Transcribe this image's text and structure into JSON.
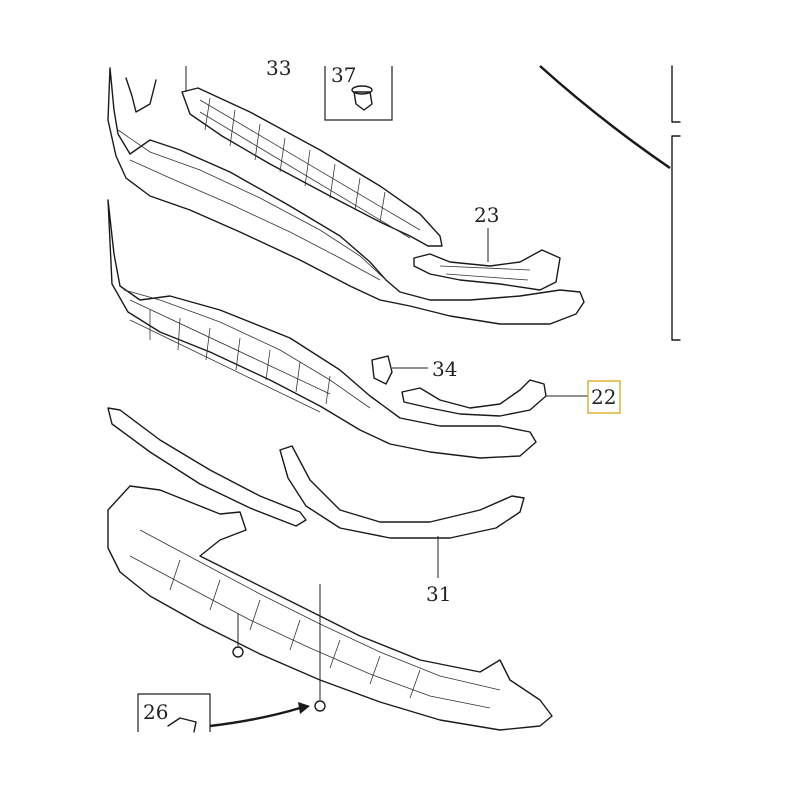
{
  "callouts": {
    "c33": "33",
    "c37": "37",
    "c23": "23",
    "c34": "34",
    "c22": "22",
    "c31": "31",
    "c26": "26"
  },
  "colors": {
    "line": "#1a1a1a",
    "highlight_border": "#e0b23a",
    "background": "#ffffff"
  }
}
